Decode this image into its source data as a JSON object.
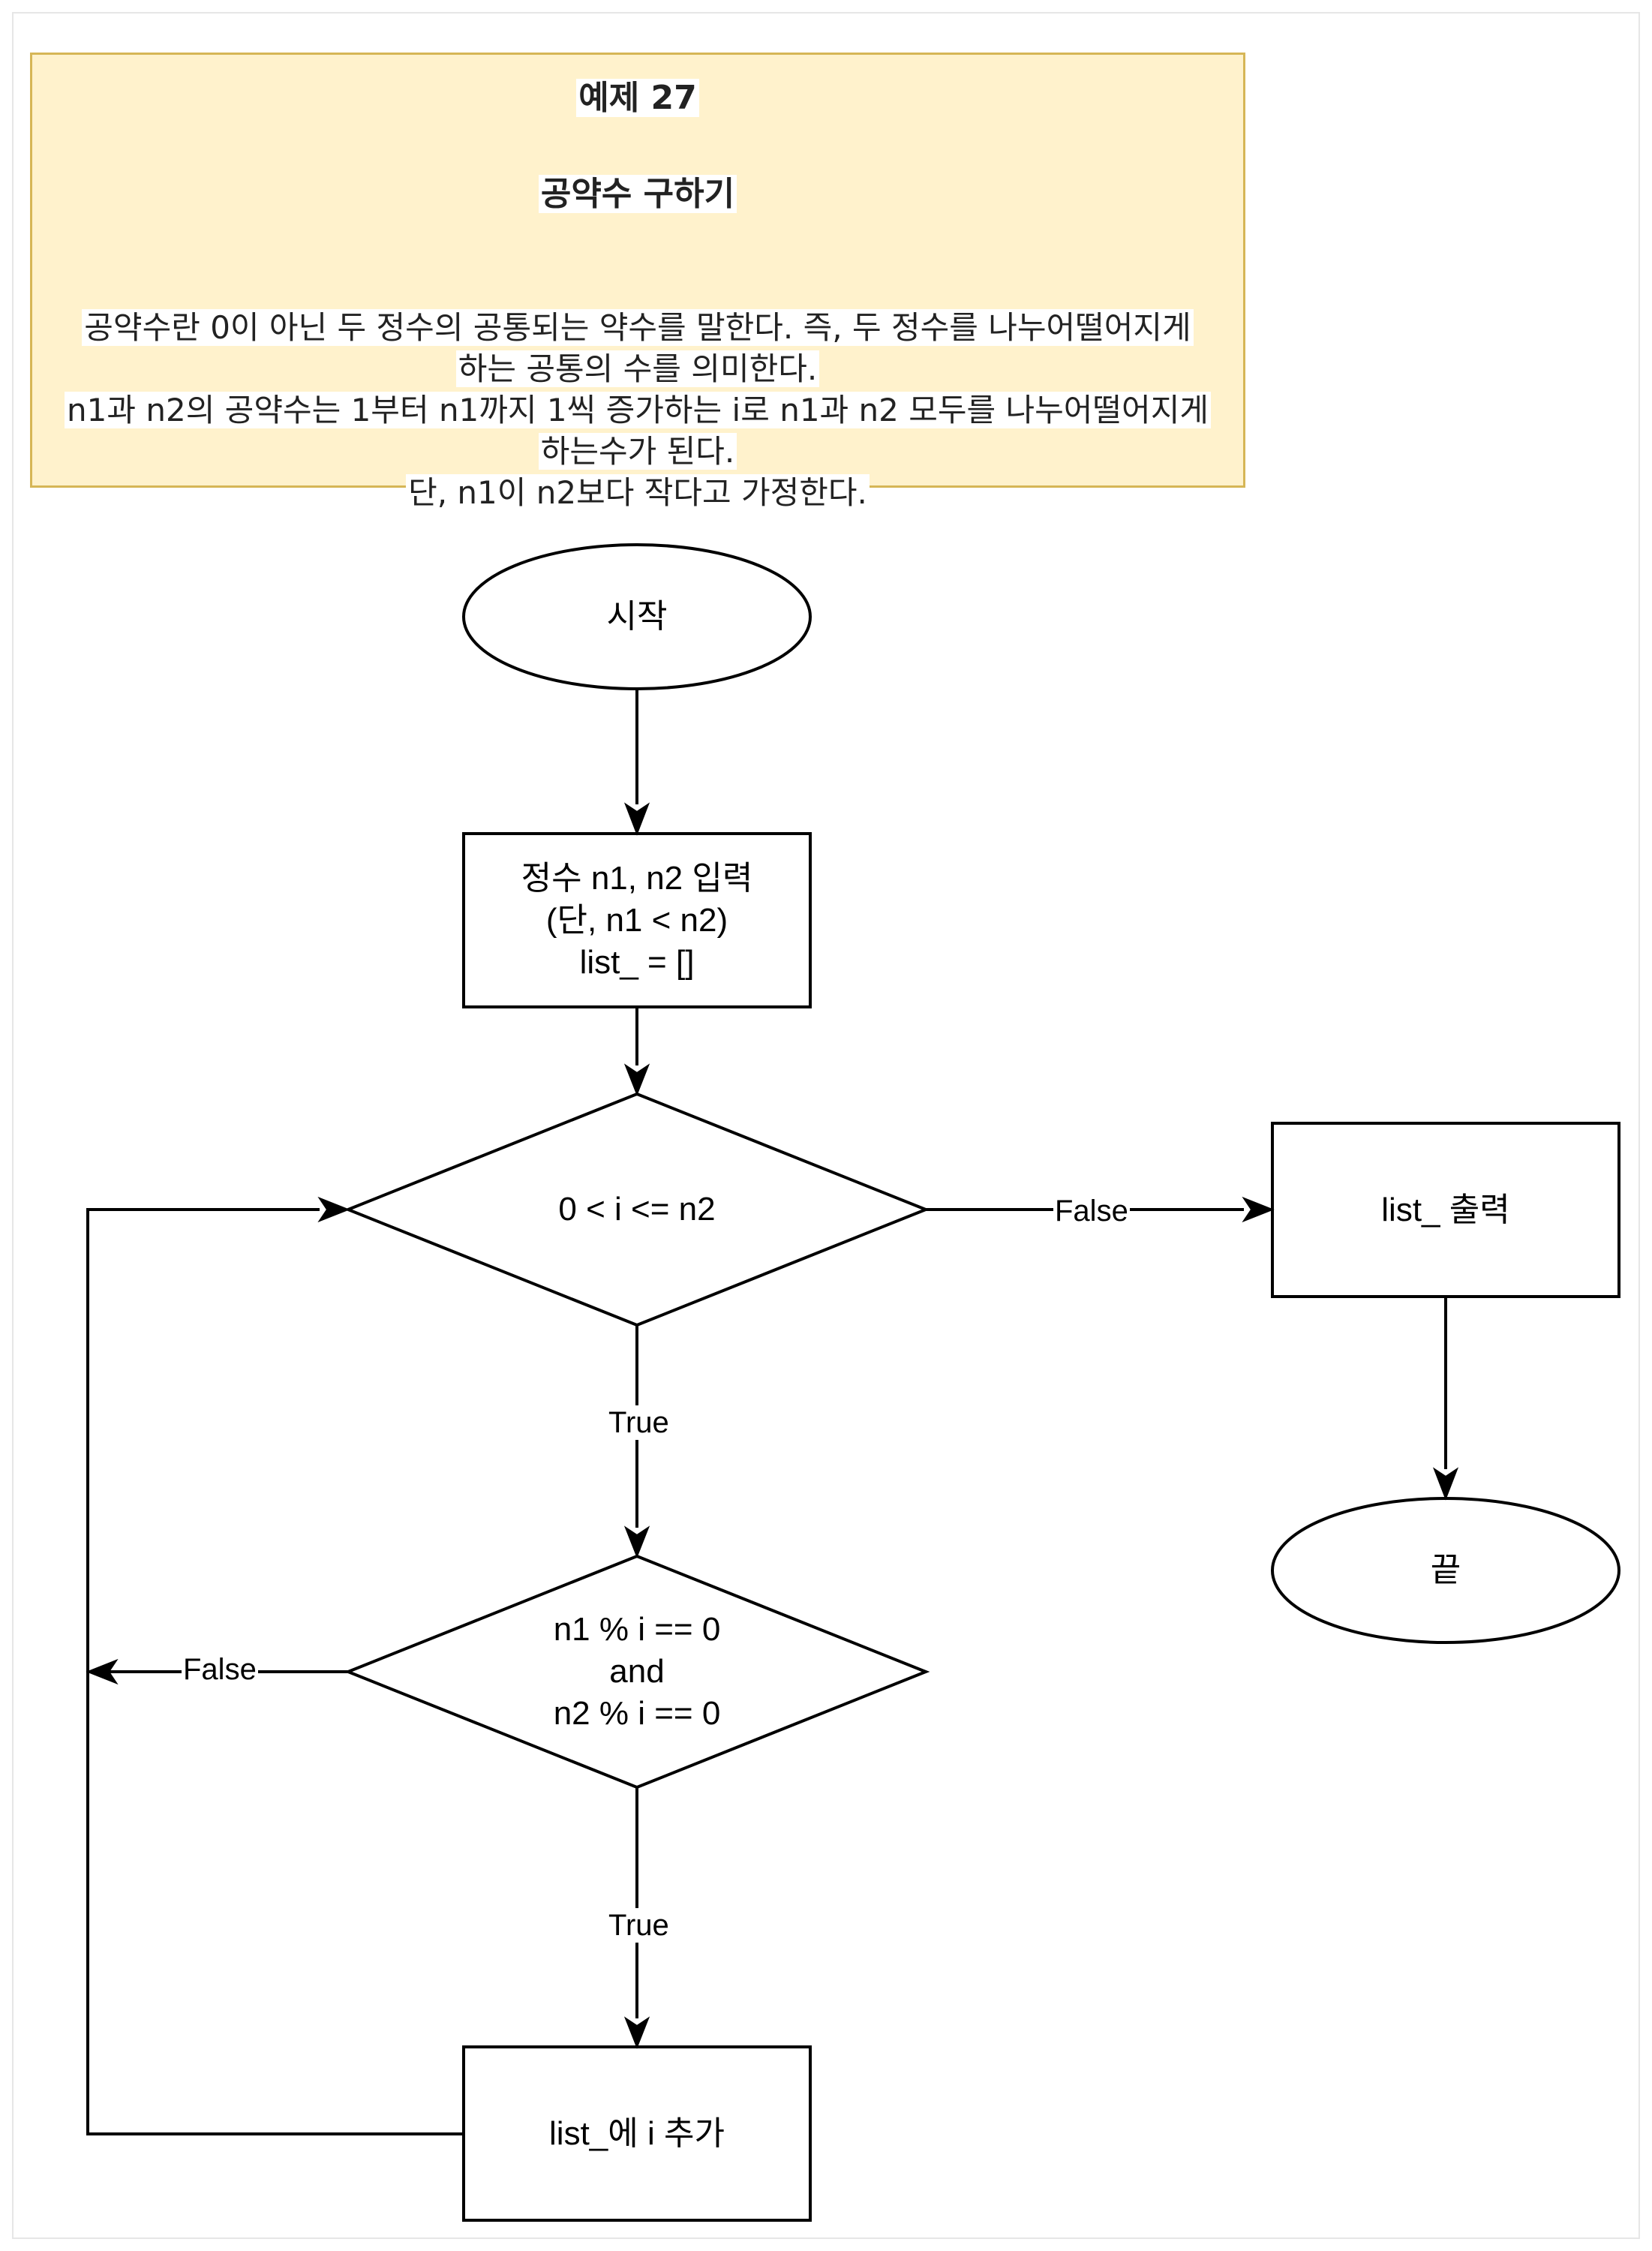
{
  "note": {
    "title": "예제 27",
    "subtitle": "공약수 구하기",
    "body": [
      "공약수란 0이 아닌 두 정수의 공통되는 약수를 말한다. 즉, 두 정수를 나누어떨어지게",
      "하는 공통의 수를 의미한다.",
      "n1과 n2의 공약수는 1부터 n1까지 1씩 증가하는 i로 n1과 n2 모두를 나누어떨어지게",
      "하는수가 된다.",
      "단, n1이 n2보다 작다고 가정한다."
    ]
  },
  "nodes": {
    "start": "시작",
    "input": [
      "정수 n1, n2 입력",
      "(단, n1 < n2)",
      "list_ = []"
    ],
    "loop_condition": "0 < i <= n2",
    "divisor_condition": [
      "n1 % i == 0",
      "and",
      "n2 % i == 0"
    ],
    "append": "list_에 i 추가",
    "output": "list_ 출력",
    "end": "끝"
  },
  "edges": {
    "loop_false": "False",
    "loop_true": "True",
    "divisor_false": "False",
    "divisor_true": "True"
  },
  "colors": {
    "note_fill": "#fff2cc",
    "note_border": "#d6b656",
    "stroke": "#000000"
  }
}
